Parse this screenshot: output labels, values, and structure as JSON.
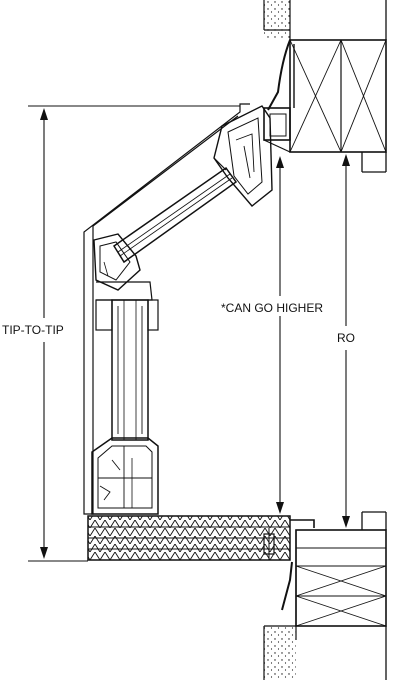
{
  "labels": {
    "tip_to_tip": "TIP-TO-TIP",
    "can_go_higher": "*CAN GO HIGHER",
    "ro": "RO"
  },
  "colors": {
    "line": "#111111",
    "background": "#ffffff"
  }
}
